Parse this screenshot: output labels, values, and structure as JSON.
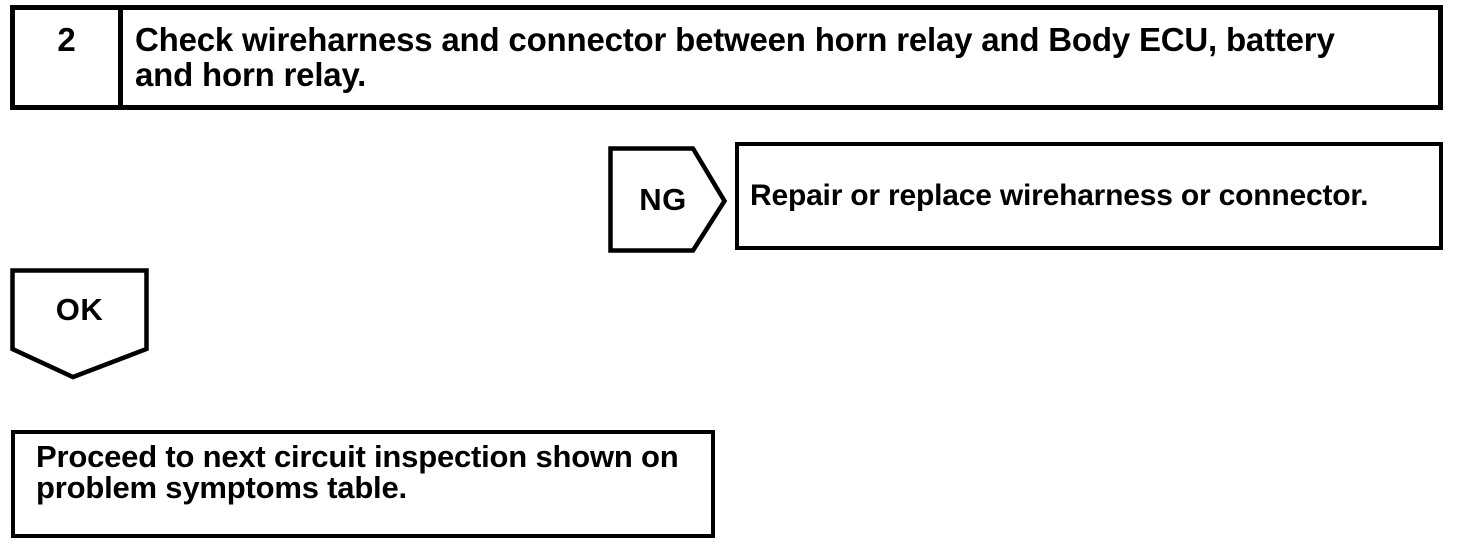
{
  "colors": {
    "ink": "#000000",
    "paper": "#ffffff"
  },
  "step_box": {
    "number": "2",
    "instruction_lines": [
      "Check wireharness and connector between horn relay and Body ECU, battery",
      "and horn relay."
    ]
  },
  "ng_branch": {
    "label": "NG",
    "action": "Repair or replace wireharness or connector."
  },
  "ok_branch": {
    "label": "OK",
    "action_lines": [
      "Proceed to next circuit inspection shown on",
      "problem symptoms table."
    ]
  }
}
